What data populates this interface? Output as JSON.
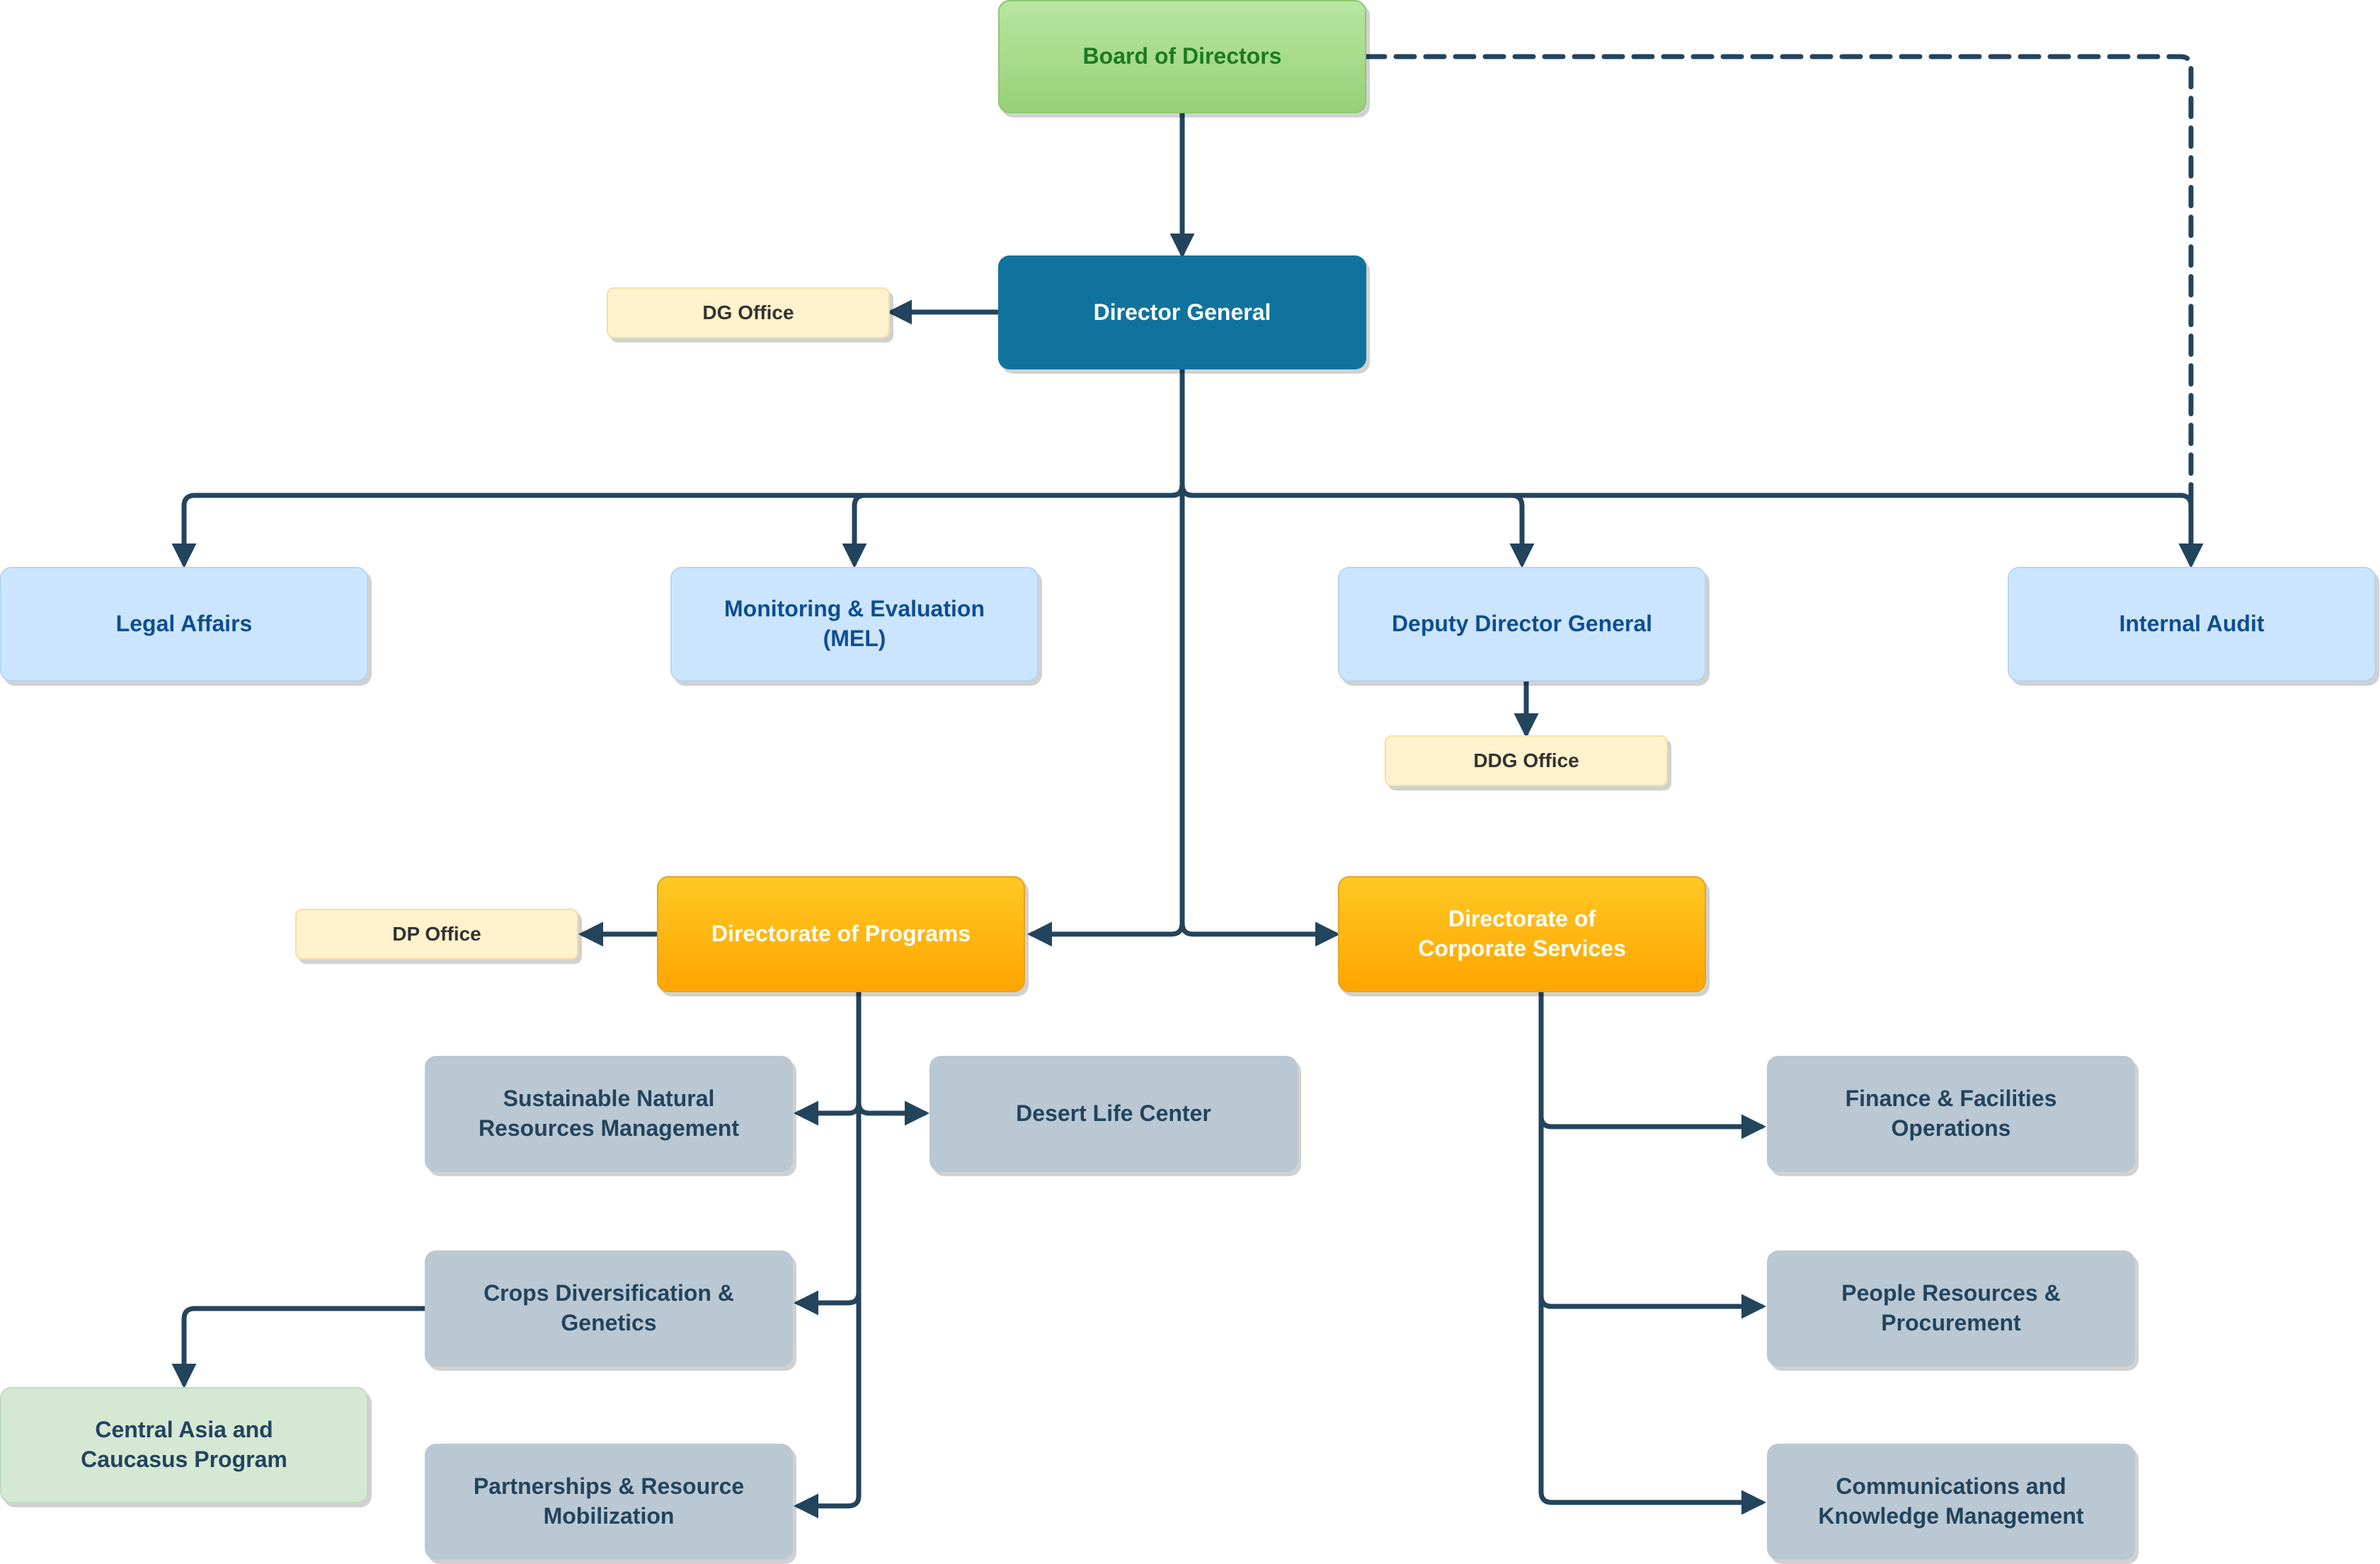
{
  "diagram": {
    "nodes": {
      "board": "Board of Directors",
      "director_general": "Director General",
      "dg_office": "DG Office",
      "legal_affairs": "Legal Affairs",
      "mel": "Monitoring & Evaluation\n(MEL)",
      "ddg": "Deputy Director General",
      "internal_audit": "Internal Audit",
      "ddg_office": "DDG Office",
      "dp_office": "DP Office",
      "programs": "Directorate of Programs",
      "corporate": "Directorate of\nCorporate Services",
      "snrm": "Sustainable Natural\nResources Management",
      "desert": "Desert Life Center",
      "crops": "Crops Diversification &\nGenetics",
      "cac": "Central Asia and\nCaucasus Program",
      "partnerships": "Partnerships & Resource\nMobilization",
      "finance": "Finance & Facilities\nOperations",
      "people": "People Resources &\nProcurement",
      "comms": "Communications and\nKnowledge Management"
    },
    "edges": [
      {
        "from": "board",
        "to": "director_general",
        "style": "solid"
      },
      {
        "from": "board",
        "to": "internal_audit",
        "style": "dashed"
      },
      {
        "from": "director_general",
        "to": "dg_office",
        "style": "solid"
      },
      {
        "from": "director_general",
        "to": "legal_affairs",
        "style": "solid"
      },
      {
        "from": "director_general",
        "to": "mel",
        "style": "solid"
      },
      {
        "from": "director_general",
        "to": "ddg",
        "style": "solid"
      },
      {
        "from": "director_general",
        "to": "internal_audit",
        "style": "solid"
      },
      {
        "from": "ddg",
        "to": "ddg_office",
        "style": "solid"
      },
      {
        "from": "director_general",
        "to": "programs",
        "style": "solid"
      },
      {
        "from": "director_general",
        "to": "corporate",
        "style": "solid"
      },
      {
        "from": "programs",
        "to": "dp_office",
        "style": "solid"
      },
      {
        "from": "programs",
        "to": "snrm",
        "style": "solid"
      },
      {
        "from": "programs",
        "to": "desert",
        "style": "solid"
      },
      {
        "from": "programs",
        "to": "crops",
        "style": "solid"
      },
      {
        "from": "programs",
        "to": "partnerships",
        "style": "solid"
      },
      {
        "from": "crops",
        "to": "cac",
        "style": "solid"
      },
      {
        "from": "corporate",
        "to": "finance",
        "style": "solid"
      },
      {
        "from": "corporate",
        "to": "people",
        "style": "solid"
      },
      {
        "from": "corporate",
        "to": "comms",
        "style": "solid"
      }
    ],
    "colors": {
      "connector": "#23445d",
      "board": "#97d077",
      "director_general": "#10739e",
      "unit": "#cce5ff",
      "office": "#fff2cc",
      "directorate": "#ffa500",
      "department": "#bac8d3",
      "regional_program": "#d5e8d4"
    }
  }
}
